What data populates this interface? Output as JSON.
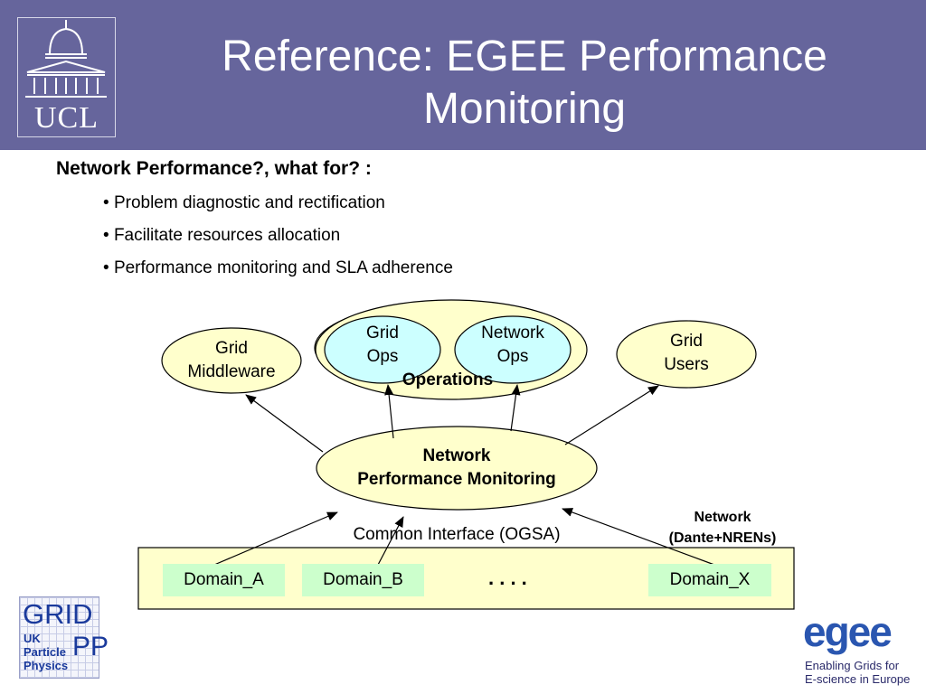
{
  "slide": {
    "title_line1": "Reference: EGEE Performance",
    "title_line2": "Monitoring",
    "heading": "Network Performance?, what for? :",
    "bullets": [
      "Problem diagnostic and rectification",
      "Facilitate resources allocation",
      "Performance monitoring and SLA adherence"
    ]
  },
  "logos": {
    "ucl": "UCL",
    "gridpp": {
      "grid": "GRID",
      "uk": "UK",
      "particle": "Particle",
      "physics": "Physics",
      "pp": "PP"
    },
    "egee": {
      "wordmark": "egee",
      "tagline1": "Enabling Grids for",
      "tagline2": "E-science in Europe"
    }
  },
  "diagram": {
    "grid_middleware": {
      "line1": "Grid",
      "line2": "Middleware"
    },
    "grid_ops": {
      "line1": "Grid",
      "line2": "Ops"
    },
    "network_ops": {
      "line1": "Network",
      "line2": "Ops"
    },
    "operations": "Operations",
    "grid_users": {
      "line1": "Grid",
      "line2": "Users"
    },
    "npm": {
      "line1": "Network",
      "line2": "Performance Monitoring"
    },
    "common_interface": "Common Interface (OGSA)",
    "network_label": {
      "line1": "Network",
      "line2": "(Dante+NRENs)"
    },
    "domains": [
      "Domain_A",
      "Domain_B",
      "Domain_X"
    ],
    "ellipsis": ". . . ."
  },
  "colors": {
    "header": "#66659c",
    "ellipse_yellow": "#ffffcc",
    "ellipse_blue": "#ccffff",
    "domain_green": "#ccffcc"
  }
}
